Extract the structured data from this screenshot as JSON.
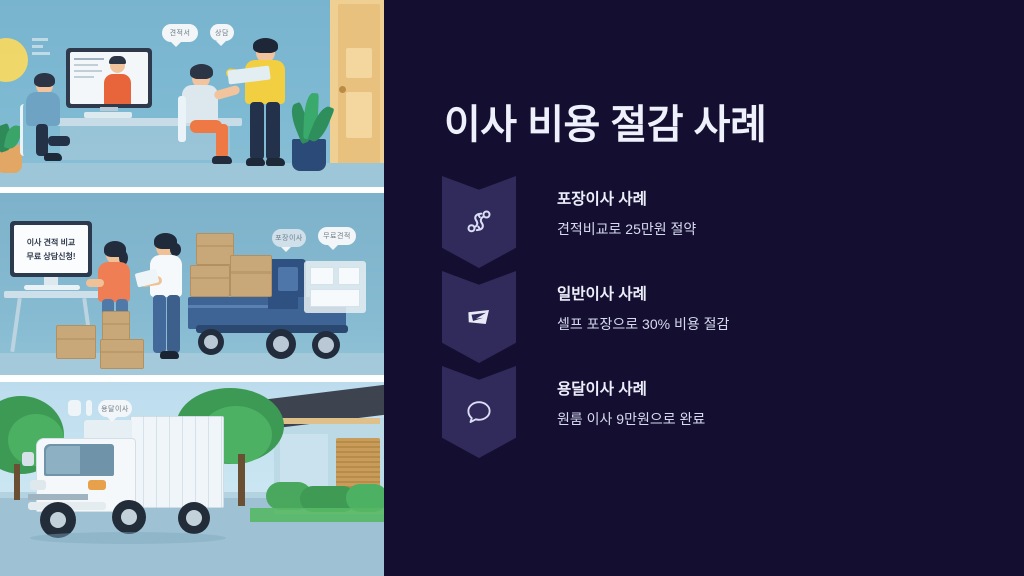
{
  "slide": {
    "title": "이사 비용 절감 사례",
    "background_color": "#140f30",
    "badge_color": "#312b5c",
    "title_color": "#eef0fb"
  },
  "items": [
    {
      "icon": "shuffle-route-icon",
      "title": "포장이사 사례",
      "subtitle": "견적비교로 25만원 절약"
    },
    {
      "icon": "paper-plane-mail-icon",
      "title": "일반이사 사례",
      "subtitle": "셀프 포장으로 30% 비용 절감"
    },
    {
      "icon": "speech-bubble-icon",
      "title": "용달이사 사례",
      "subtitle": "원룸 이사 9만원으로 완료"
    }
  ],
  "media": {
    "photos": [
      {
        "name": "consultation-office-illustration",
        "caption_bubbles": [
          "견적서",
          "상담"
        ]
      },
      {
        "name": "packing-boxes-truck-illustration",
        "caption_bubbles": [
          "포장이사",
          "무료견적"
        ],
        "screen_text_line1": "이사 견적 비교",
        "screen_text_line2": "무료 상담신청!"
      },
      {
        "name": "white-box-truck-house-illustration",
        "caption_bubbles": [
          "용달이사"
        ]
      }
    ]
  }
}
